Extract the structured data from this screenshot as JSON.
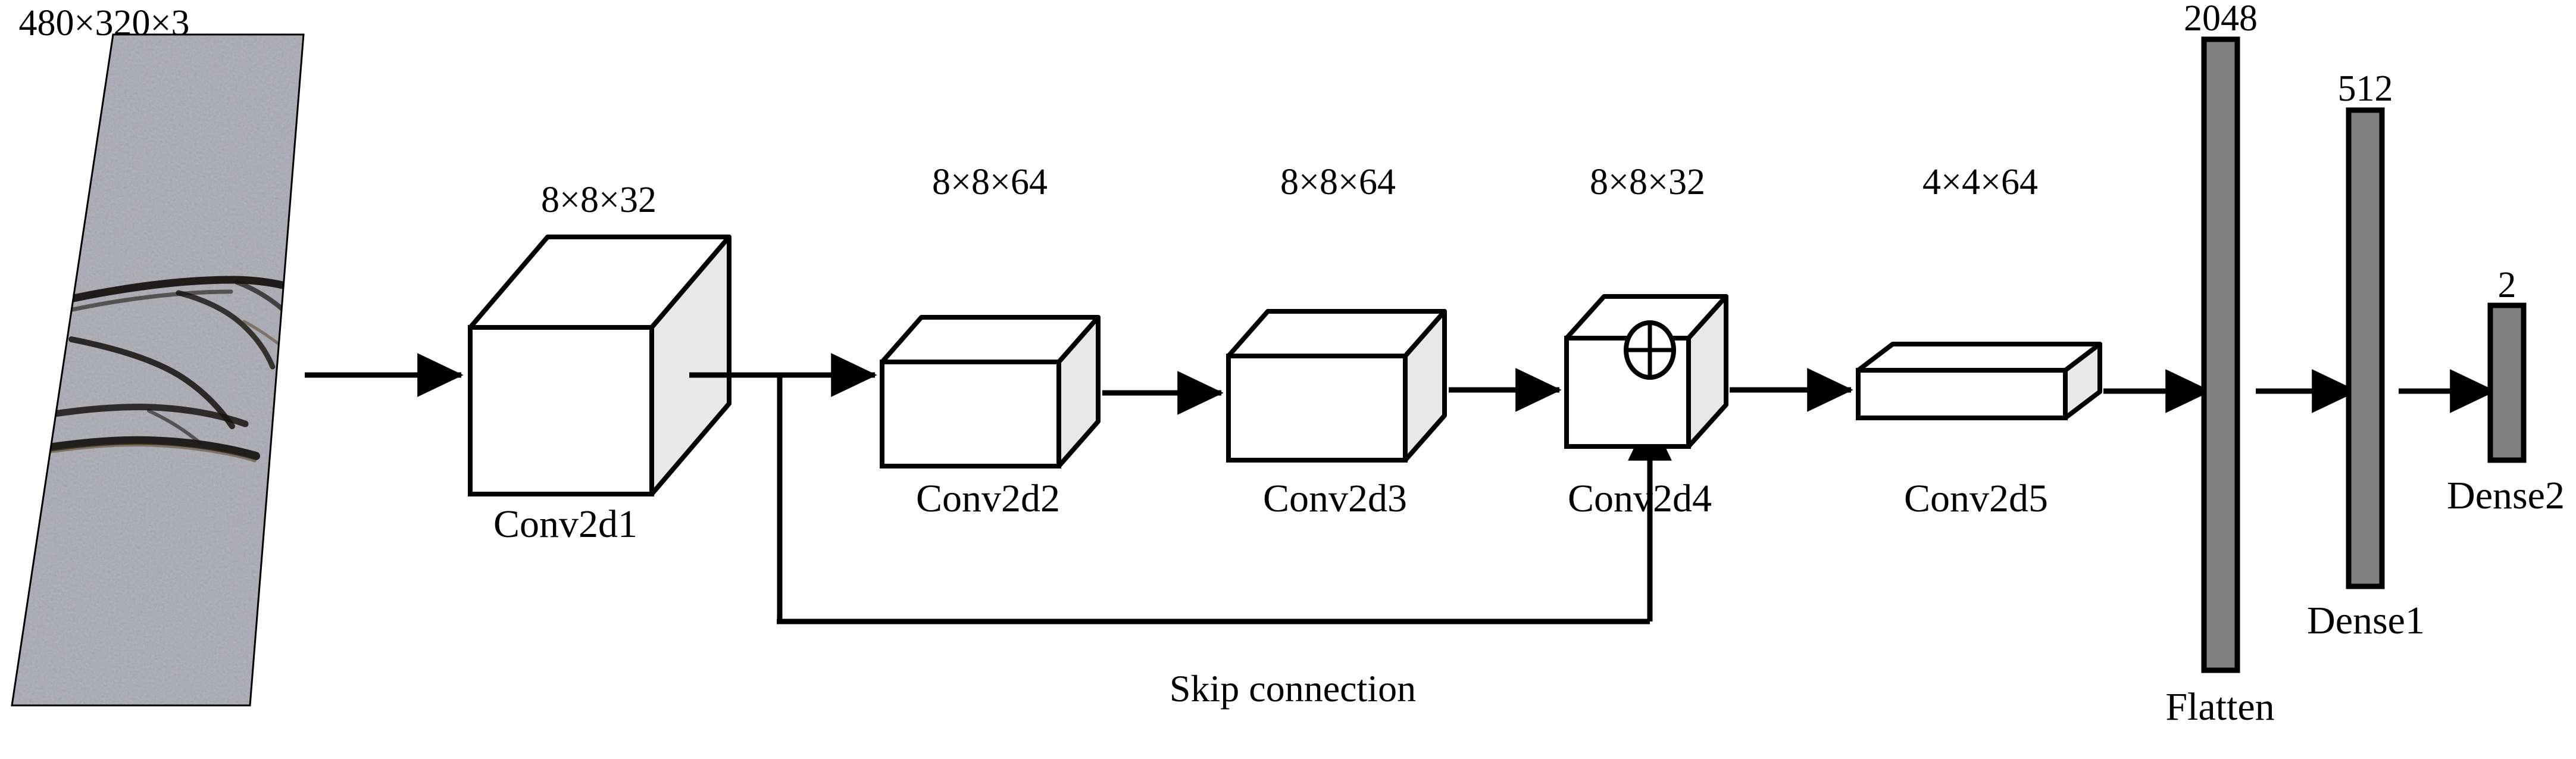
{
  "figure": {
    "type": "cnn-architecture-diagram",
    "title": "",
    "background_color": "#ffffff",
    "line_color": "#000000",
    "cube_front_color": "#ffffff",
    "cube_side_color": "#e8e8e8",
    "bar_fill_color": "#808080",
    "bar_stroke_color": "#000000"
  },
  "input": {
    "name": "input-image",
    "dimension_label": "480×320×3",
    "description": "road surface crack photograph",
    "shape": "parallelogram"
  },
  "conv_layers": [
    {
      "id": "conv2d1",
      "name_label": "Conv2d1",
      "dimension_label": "8×8×32",
      "shape": "cube"
    },
    {
      "id": "conv2d2",
      "name_label": "Conv2d2",
      "dimension_label": "8×8×64",
      "shape": "box"
    },
    {
      "id": "conv2d3",
      "name_label": "Conv2d3",
      "dimension_label": "8×8×64",
      "shape": "box"
    },
    {
      "id": "conv2d4",
      "name_label": "Conv2d4",
      "dimension_label": "8×8×32",
      "shape": "cube"
    },
    {
      "id": "conv2d5",
      "name_label": "Conv2d5",
      "dimension_label": "4×4×64",
      "shape": "slab"
    }
  ],
  "merge": {
    "symbol": "⊕",
    "name": "element-wise-addition"
  },
  "skip": {
    "label": "Skip connection"
  },
  "dense_layers": [
    {
      "id": "flatten",
      "name_label": "Flatten",
      "units_label": "2048",
      "units": 2048
    },
    {
      "id": "dense1",
      "name_label": "Dense1",
      "units_label": "512",
      "units": 512
    },
    {
      "id": "dense2",
      "name_label": "Dense2",
      "units_label": "2",
      "units": 2
    }
  ]
}
